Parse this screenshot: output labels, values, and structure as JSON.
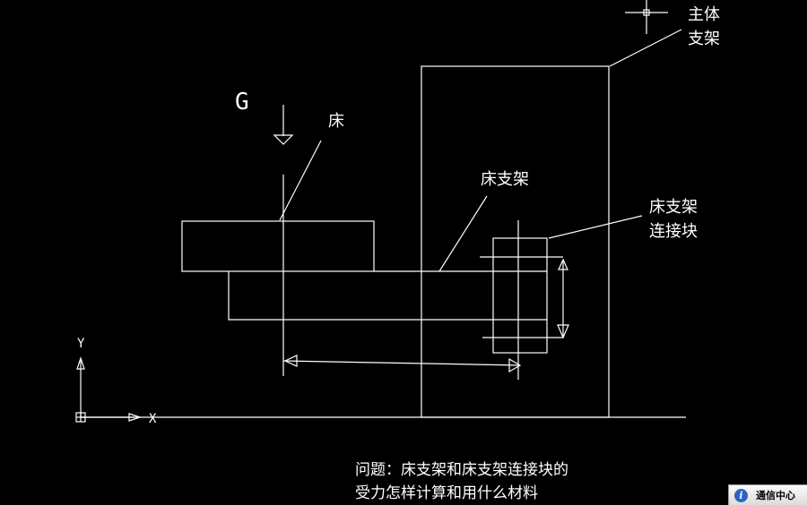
{
  "labels": {
    "main_frame": [
      "主体",
      "支架"
    ],
    "bed": "床",
    "bed_bracket": "床支架",
    "connector_block": [
      "床支架",
      "连接块"
    ],
    "load": "G"
  },
  "axes": {
    "x": "X",
    "y": "Y"
  },
  "question": {
    "line1": "问题：床支架和床支架连接块的",
    "line2": "受力怎样计算和用什么材料"
  },
  "status_bar": {
    "comm_center_label": "通信中心",
    "info_icon": "info-icon"
  },
  "colors": {
    "background": "#000000",
    "lines": "#ffffff"
  }
}
